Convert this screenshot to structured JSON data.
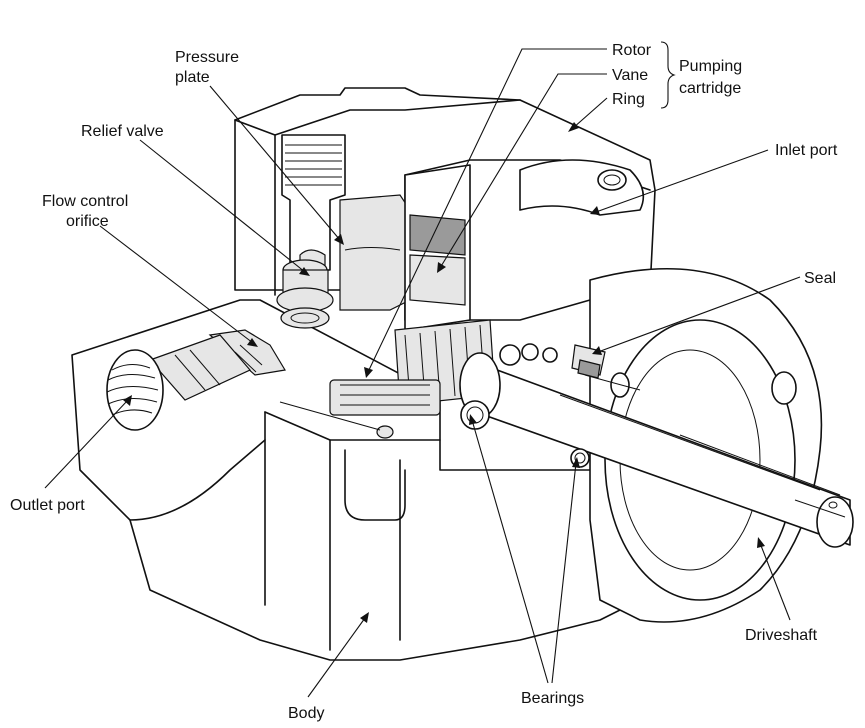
{
  "labels": {
    "rotor": "Rotor",
    "vane": "Vane",
    "ring": "Ring",
    "pumping_cartridge_line1": "Pumping",
    "pumping_cartridge_line2": "cartridge",
    "pressure_plate_line1": "Pressure",
    "pressure_plate_line2": "plate",
    "relief_valve": "Relief valve",
    "flow_control_line1": "Flow control",
    "flow_control_line2": "orifice",
    "inlet_port": "Inlet port",
    "seal": "Seal",
    "outlet_port": "Outlet port",
    "driveshaft": "Driveshaft",
    "body": "Body",
    "bearings": "Bearings"
  }
}
